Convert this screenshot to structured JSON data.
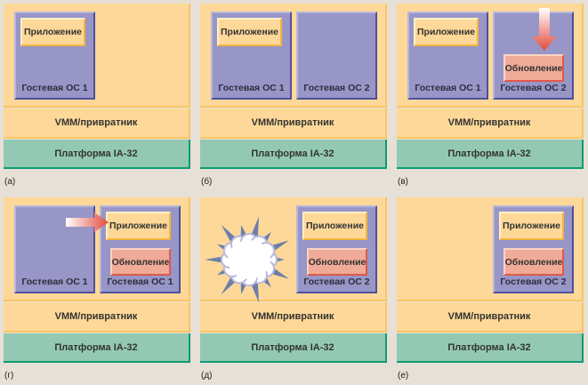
{
  "labels": {
    "vmm": "VMM/привратник",
    "platform": "Платформа IA-32",
    "app": "Приложение",
    "update": "Обновление"
  },
  "panels": [
    {
      "caption": "(а)",
      "guests": [
        {
          "slot": "left",
          "label": "Гостевая ОС 1",
          "app": true,
          "update": false
        }
      ],
      "effect": "none"
    },
    {
      "caption": "(б)",
      "guests": [
        {
          "slot": "left",
          "label": "Гостевая ОС 1",
          "app": true,
          "update": false
        },
        {
          "slot": "right",
          "label": "Гостевая ОС 2",
          "app": false,
          "update": false
        }
      ],
      "effect": "none"
    },
    {
      "caption": "(в)",
      "guests": [
        {
          "slot": "left",
          "label": "Гостевая ОС 1",
          "app": true,
          "update": false
        },
        {
          "slot": "right",
          "label": "Гостевая ОС 2",
          "app": false,
          "update": true
        }
      ],
      "effect": "arrow-down"
    },
    {
      "caption": "(г)",
      "guests": [
        {
          "slot": "left",
          "label": "Гостевая ОС 1",
          "app": false,
          "update": false
        },
        {
          "slot": "right",
          "label": "Гостевая ОС 1",
          "app": true,
          "update": true
        }
      ],
      "effect": "arrow-right"
    },
    {
      "caption": "(д)",
      "guests": [
        {
          "slot": "right",
          "label": "Гостевая ОС 2",
          "app": true,
          "update": true
        }
      ],
      "effect": "explosion"
    },
    {
      "caption": "(е)",
      "guests": [
        {
          "slot": "right",
          "label": "Гостевая ОС 2",
          "app": true,
          "update": true
        }
      ],
      "effect": "none"
    }
  ]
}
